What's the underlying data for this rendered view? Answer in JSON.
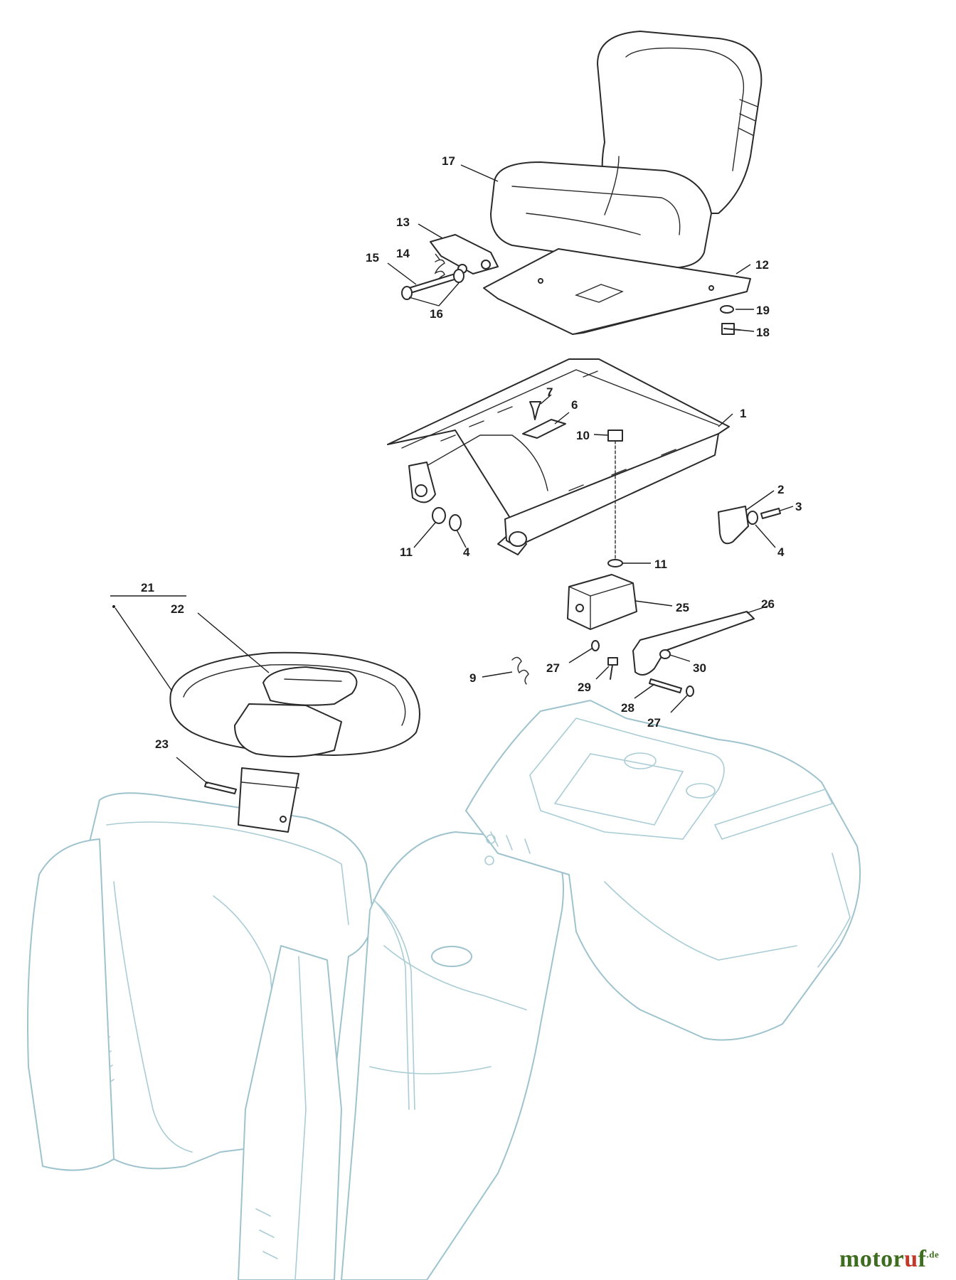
{
  "brand": {
    "name_main": "motor",
    "name_accent": "u",
    "name_end": "f",
    "tld": ".de"
  },
  "callouts": [
    {
      "id": "c1",
      "label": "1"
    },
    {
      "id": "c2",
      "label": "2"
    },
    {
      "id": "c3",
      "label": "3"
    },
    {
      "id": "c4a",
      "label": "4"
    },
    {
      "id": "c4b",
      "label": "4"
    },
    {
      "id": "c6",
      "label": "6"
    },
    {
      "id": "c7",
      "label": "7"
    },
    {
      "id": "c9",
      "label": "9"
    },
    {
      "id": "c10",
      "label": "10"
    },
    {
      "id": "c11a",
      "label": "11"
    },
    {
      "id": "c11b",
      "label": "11"
    },
    {
      "id": "c12",
      "label": "12"
    },
    {
      "id": "c13",
      "label": "13"
    },
    {
      "id": "c14",
      "label": "14"
    },
    {
      "id": "c15",
      "label": "15"
    },
    {
      "id": "c16",
      "label": "16"
    },
    {
      "id": "c17",
      "label": "17"
    },
    {
      "id": "c18",
      "label": "18"
    },
    {
      "id": "c19",
      "label": "19"
    },
    {
      "id": "c21",
      "label": "21"
    },
    {
      "id": "c22",
      "label": "22"
    },
    {
      "id": "c23",
      "label": "23"
    },
    {
      "id": "c25",
      "label": "25"
    },
    {
      "id": "c26",
      "label": "26"
    },
    {
      "id": "c27a",
      "label": "27"
    },
    {
      "id": "c27b",
      "label": "27"
    },
    {
      "id": "c28",
      "label": "28"
    },
    {
      "id": "c29",
      "label": "29"
    },
    {
      "id": "c30",
      "label": "30"
    }
  ],
  "colors": {
    "parts": "#2a2a2a",
    "body": "#9ec3cd",
    "brand_green": "#3f6d1f",
    "brand_red": "#c0392b"
  }
}
